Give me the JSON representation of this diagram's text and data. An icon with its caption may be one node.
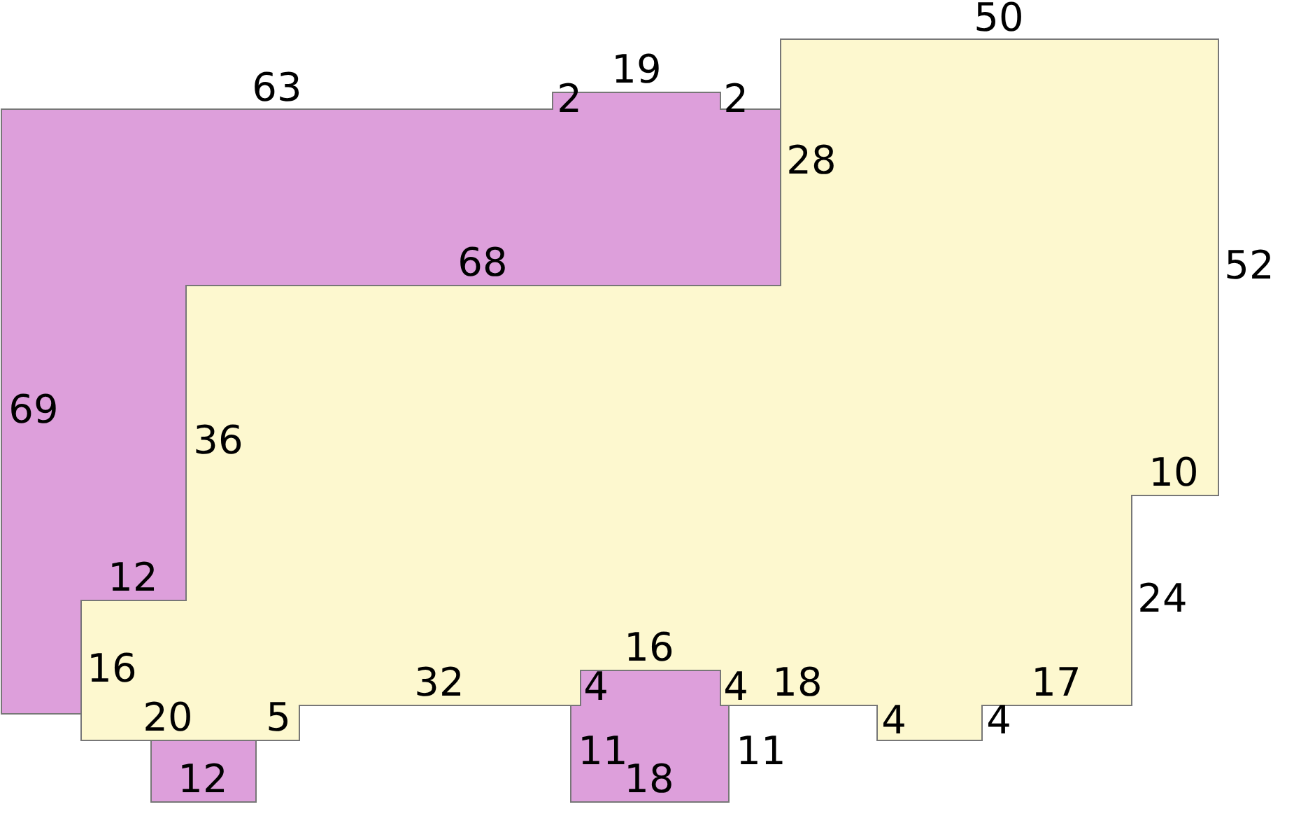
{
  "diagram": {
    "labels": [
      "50",
      "19",
      "63",
      "2",
      "2",
      "28",
      "68",
      "52",
      "69",
      "36",
      "10",
      "12",
      "24",
      "16",
      "16",
      "32",
      "4",
      "4",
      "18",
      "17",
      "20",
      "5",
      "4",
      "4",
      "11",
      "11",
      "12",
      "18"
    ]
  }
}
